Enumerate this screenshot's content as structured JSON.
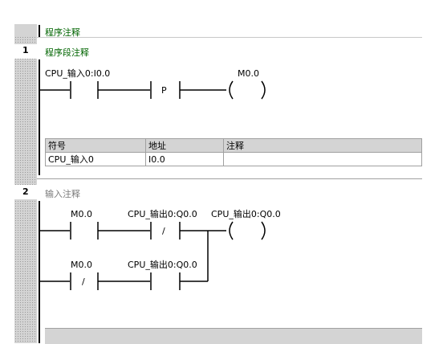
{
  "program": {
    "comment": "程序注释"
  },
  "networks": [
    {
      "number": "1",
      "comment": "程序段注释",
      "ladder": {
        "contact1": "CPU_输入0:I0.0",
        "edge": "P",
        "coil": "M0.0"
      },
      "symbol_table": {
        "headers": [
          "符号",
          "地址",
          "注释"
        ],
        "rows": [
          [
            "CPU_输入0",
            "I0.0",
            ""
          ]
        ]
      }
    },
    {
      "number": "2",
      "comment": "输入注释",
      "ladder": {
        "row1_contact1": "M0.0",
        "row1_contact2": "CPU_输出0:Q0.0",
        "coil": "CPU_输出0:Q0.0",
        "row2_contact1": "M0.0",
        "row2_contact2": "CPU_输出0:Q0.0",
        "negate": "/"
      }
    }
  ]
}
